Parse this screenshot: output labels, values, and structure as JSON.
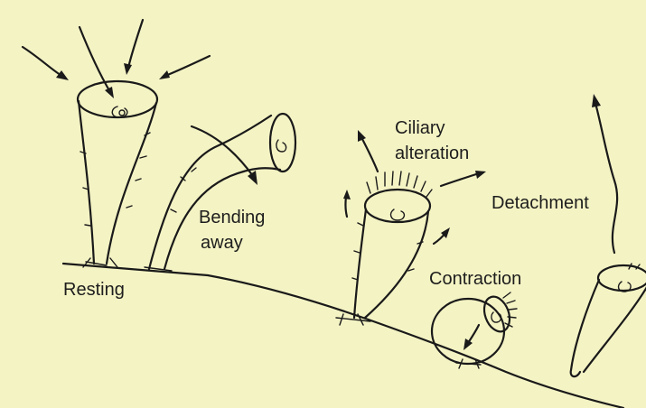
{
  "colors": {
    "background": "#f4f3c4",
    "ink": "#1a1a1a"
  },
  "labels": {
    "resting": "Resting",
    "bending_line1": "Bending",
    "bending_line2": "away",
    "ciliary_line1": "Ciliary",
    "ciliary_line2": "alteration",
    "contraction": "Contraction",
    "detachment": "Detachment"
  }
}
